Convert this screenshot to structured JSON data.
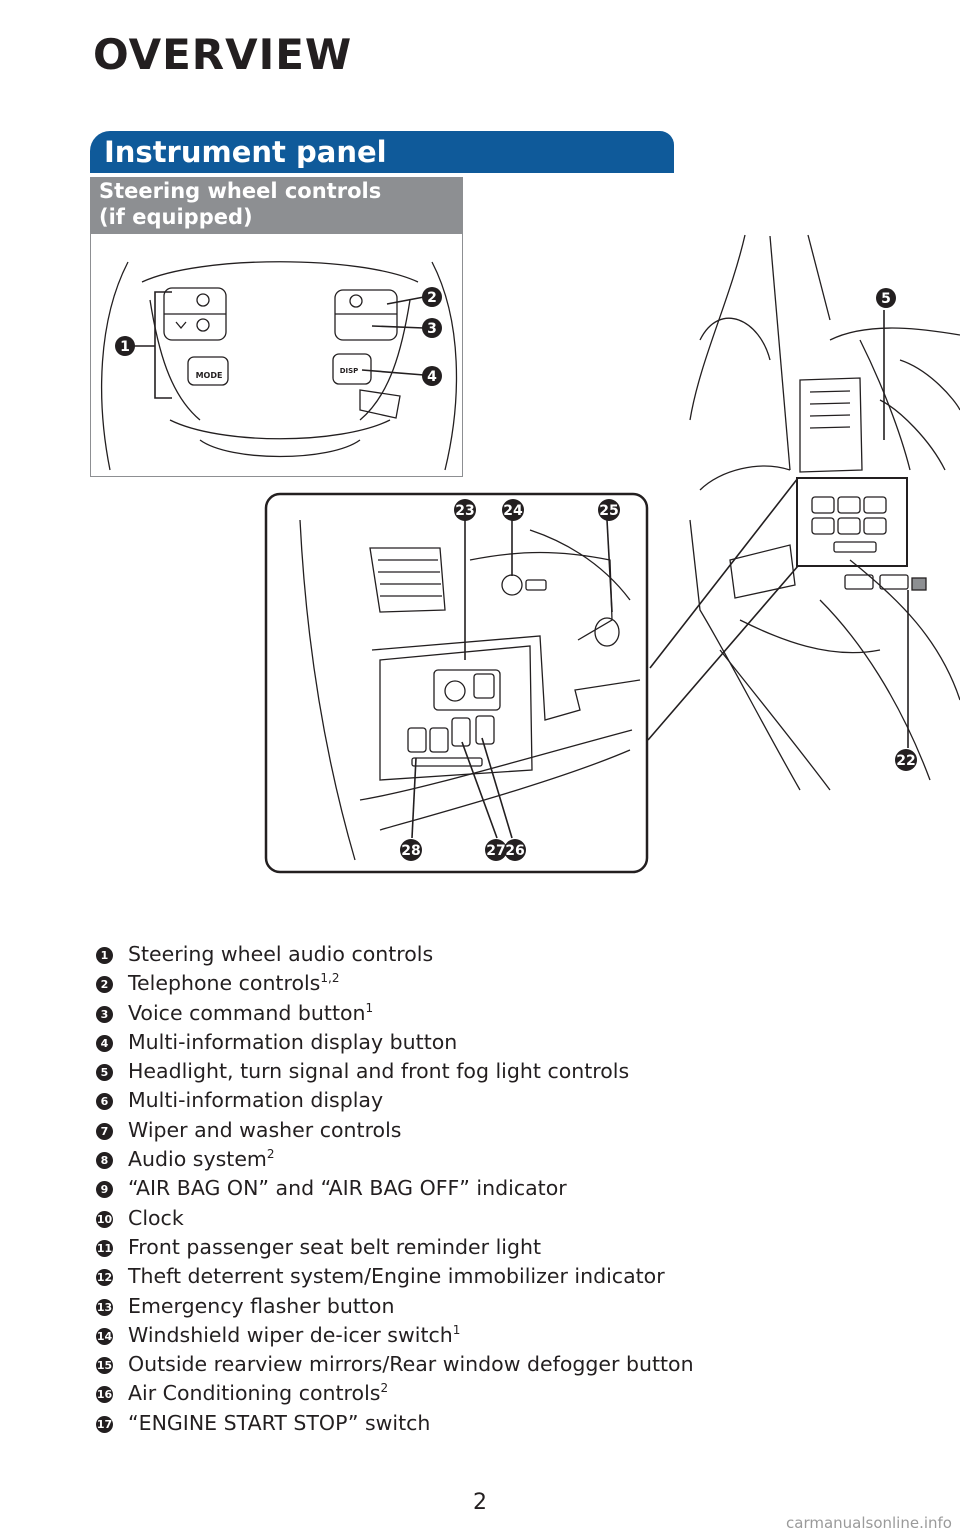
{
  "page": {
    "title": "OVERVIEW",
    "section_title": "Instrument panel",
    "subsection_title_line1": "Steering wheel controls",
    "subsection_title_line2": "(if equipped)",
    "page_number": "2",
    "watermark": "carmanualsonline.info"
  },
  "diagram": {
    "steering_labels": {
      "mode": "MODE",
      "disp": "DISP"
    },
    "callouts": {
      "c1": "1",
      "c2": "2",
      "c3": "3",
      "c4": "4",
      "c5": "5",
      "c22": "22",
      "c23": "23",
      "c24": "24",
      "c25": "25",
      "c26": "26",
      "c27": "27",
      "c28": "28"
    }
  },
  "legend": [
    {
      "num": "1",
      "text": "Steering wheel audio controls",
      "sup": ""
    },
    {
      "num": "2",
      "text": "Telephone controls",
      "sup": "1,2"
    },
    {
      "num": "3",
      "text": "Voice command button",
      "sup": "1"
    },
    {
      "num": "4",
      "text": "Multi-information display button",
      "sup": ""
    },
    {
      "num": "5",
      "text": "Headlight, turn signal and front fog light controls",
      "sup": ""
    },
    {
      "num": "6",
      "text": "Multi-information display",
      "sup": ""
    },
    {
      "num": "7",
      "text": "Wiper and washer controls",
      "sup": ""
    },
    {
      "num": "8",
      "text": "Audio system",
      "sup": "2"
    },
    {
      "num": "9",
      "text": "“AIR BAG ON” and “AIR BAG OFF” indicator",
      "sup": ""
    },
    {
      "num": "10",
      "text": "Clock",
      "sup": ""
    },
    {
      "num": "11",
      "text": "Front passenger seat belt reminder light",
      "sup": ""
    },
    {
      "num": "12",
      "text": "Theft deterrent system/Engine immobilizer indicator",
      "sup": ""
    },
    {
      "num": "13",
      "text": "Emergency flasher button",
      "sup": ""
    },
    {
      "num": "14",
      "text": "Windshield wiper de-icer switch",
      "sup": "1"
    },
    {
      "num": "15",
      "text": "Outside rearview mirrors/Rear window defogger button",
      "sup": ""
    },
    {
      "num": "16",
      "text": "Air Conditioning controls",
      "sup": "2"
    },
    {
      "num": "17",
      "text": "“ENGINE START STOP” switch",
      "sup": ""
    }
  ]
}
